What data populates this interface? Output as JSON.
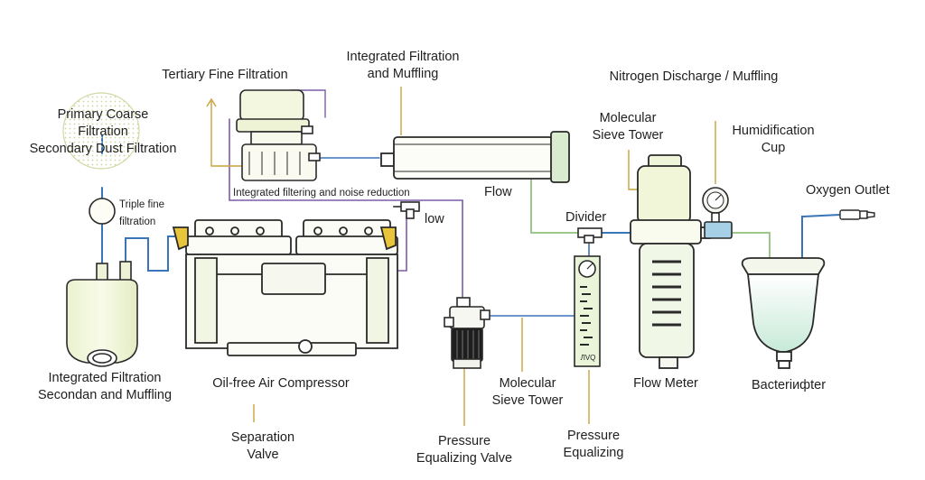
{
  "labels": {
    "primary_coarse": [
      "Primary Coarse",
      "Filtration",
      "Secondary Dust Filtration"
    ],
    "tertiary": "Tertiary Fine Filtration",
    "integrated_top": [
      "Integrated Filtration",
      "and Muffling"
    ],
    "integrated_noise": "Integrated filtering and noise reduction",
    "triple_fine": [
      "Triple  fine",
      "filtration"
    ],
    "low": "low",
    "flow": "Flow",
    "divider": "Divider",
    "nitrogen": "Nitrogen Discharge / Muffling",
    "sieve_top": [
      "Molecular",
      "Sieve Tower"
    ],
    "humidification": [
      "Humidification",
      "Cup"
    ],
    "oxygen_outlet": "Oxygen Outlet",
    "integrated_bottom": [
      "Integrated Filtration",
      "Secondan and Muffling"
    ],
    "compressor": "Oil-free Air Compressor",
    "separation": [
      "Separation",
      "Valve"
    ],
    "sieve_bottom": [
      "Molecular",
      "Sieve Tower"
    ],
    "pressure_valve": [
      "Pressure",
      "Equalizing Valve"
    ],
    "pressure_eq": [
      "Pressure",
      "Equalizing"
    ],
    "flow_meter": "Flow Meter",
    "bacteria": "Bacteriифter",
    "meter_mark": "ЛVQ"
  },
  "colors": {
    "outline": "#2a2a2a",
    "blue_pipe": "#3a74b8",
    "purple_pipe": "#7c5ca6",
    "green_pipe": "#9bc88b",
    "leader": "#c9a23c",
    "cream": "#f1f5dc",
    "fitting": "#e8c53a",
    "glass": "#d7efe7"
  }
}
